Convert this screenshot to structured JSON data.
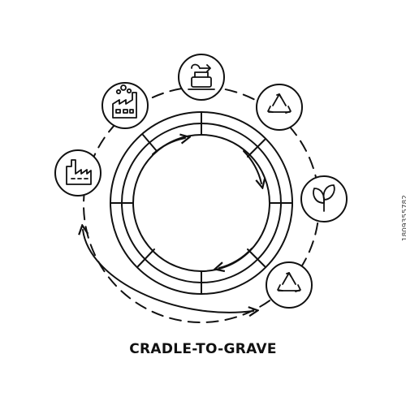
{
  "caption": "CRADLE-TO-GRAVE",
  "stock_id": "1809355782",
  "colors": {
    "stroke": "#111111",
    "background": "#ffffff"
  },
  "stages": [
    {
      "icon": "factory-icon",
      "meaning": "manufacturing"
    },
    {
      "icon": "factory-smoke-icon",
      "meaning": "production"
    },
    {
      "icon": "conveyor-icon",
      "meaning": "distribution"
    },
    {
      "icon": "recycle-icon",
      "meaning": "recycling"
    },
    {
      "icon": "leaf-icon",
      "meaning": "use"
    },
    {
      "icon": "recycle-icon",
      "meaning": "disposal"
    }
  ]
}
